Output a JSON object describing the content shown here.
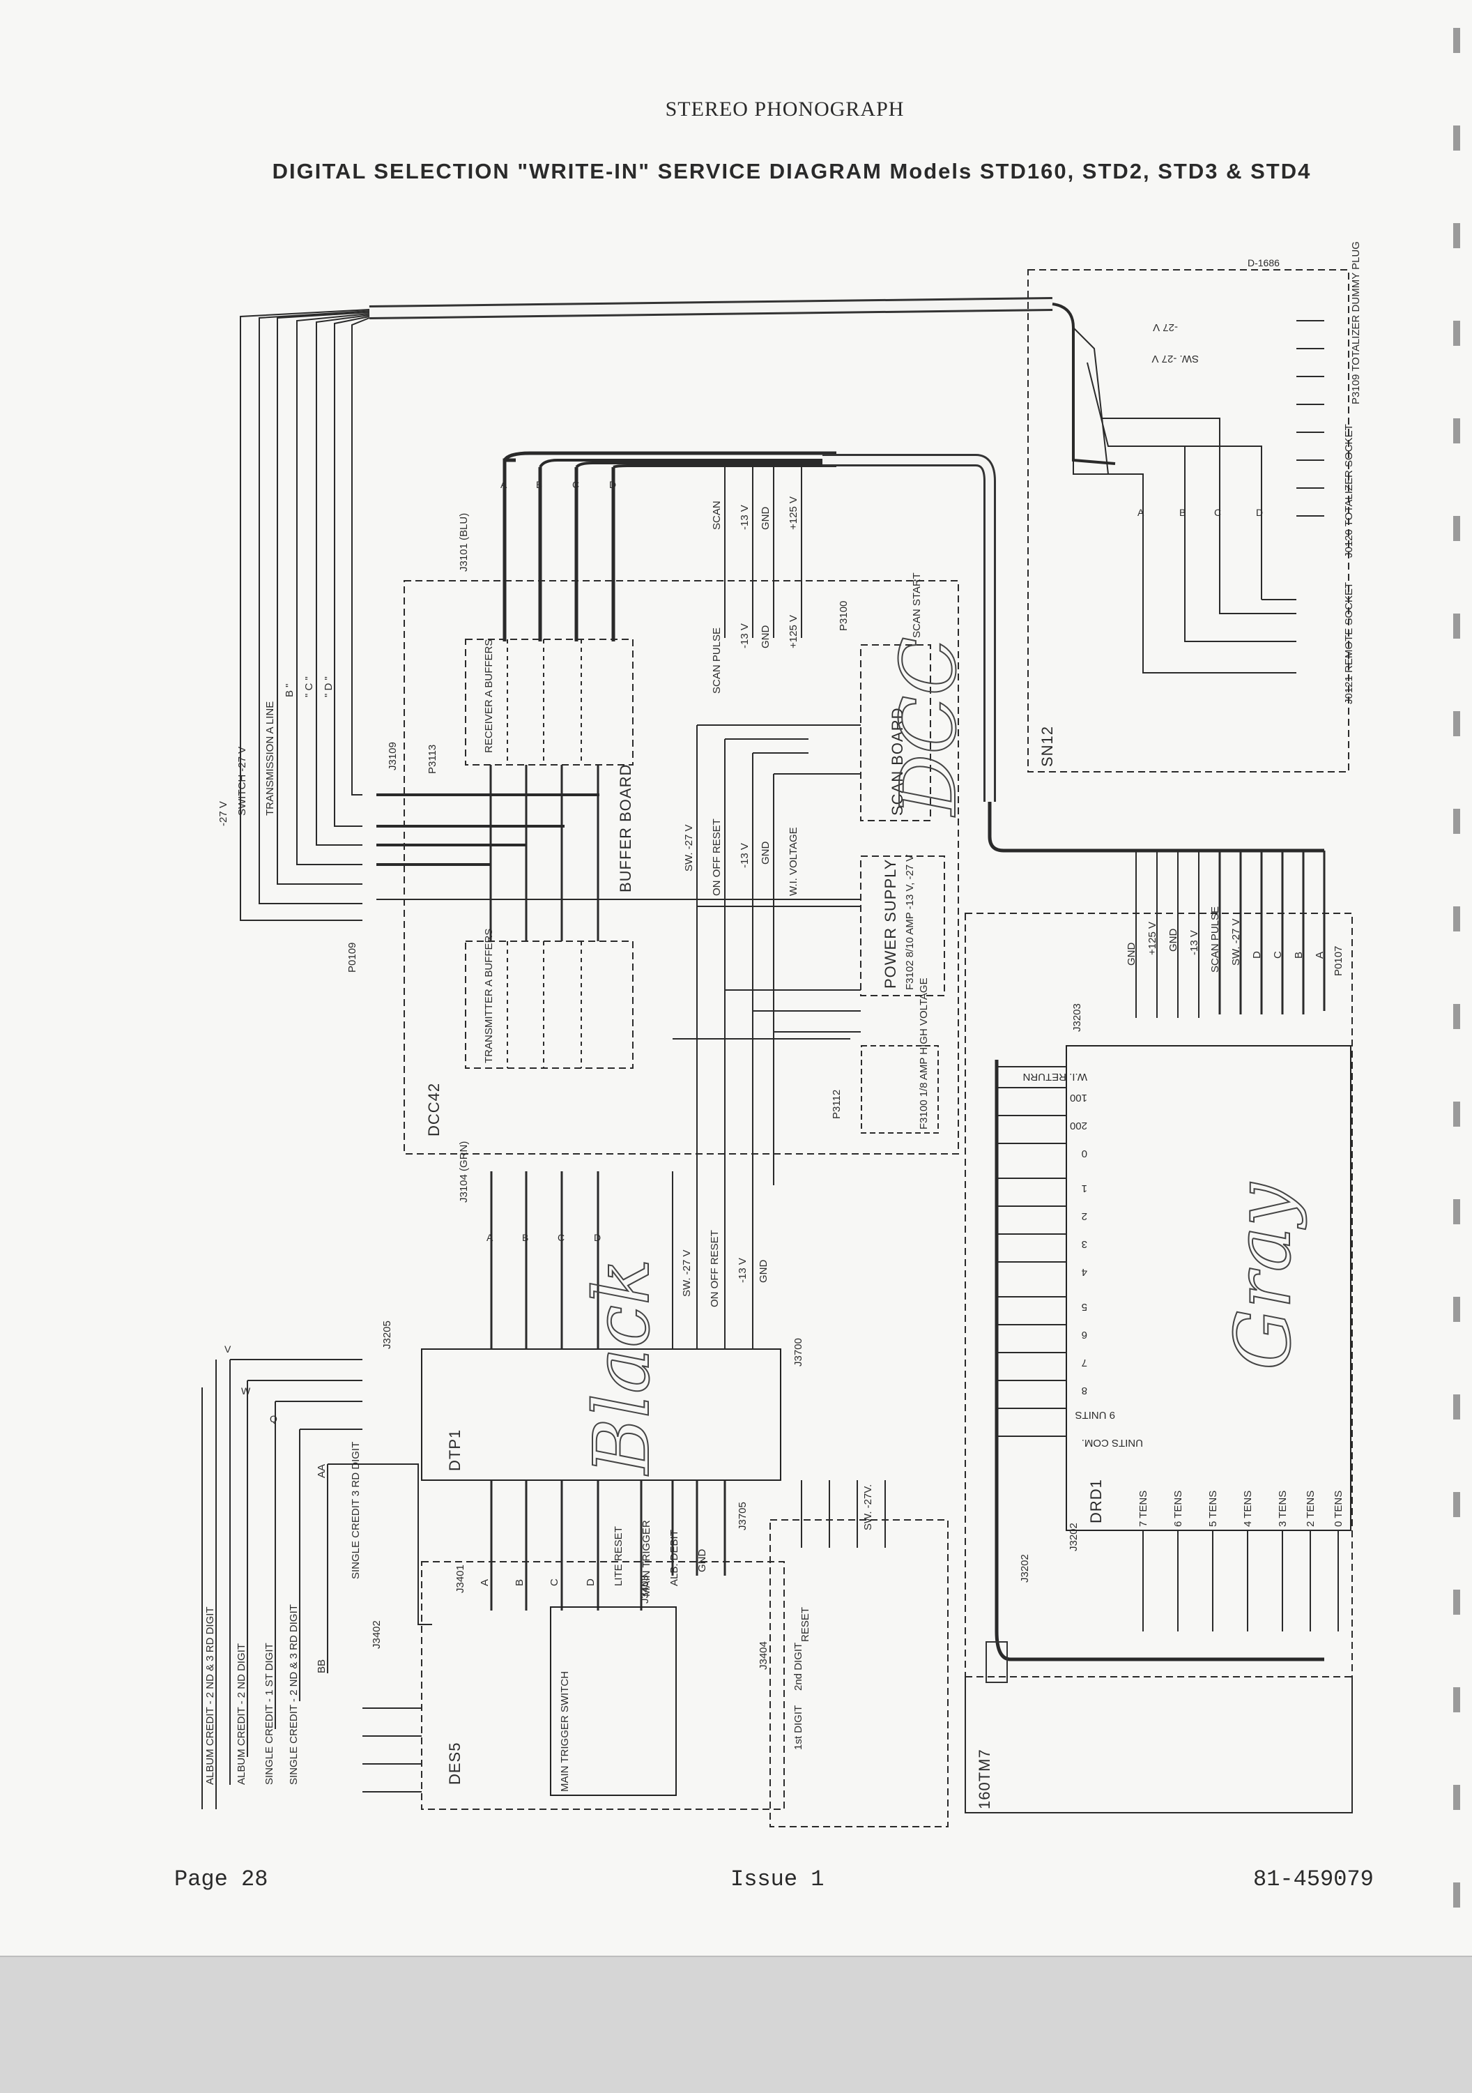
{
  "header": {
    "title": "STEREO PHONOGRAPH",
    "subtitle": "DIGITAL SELECTION \"WRITE-IN\" SERVICE DIAGRAM Models STD160, STD2, STD3 & STD4"
  },
  "footer": {
    "page": "Page 28",
    "issue": "Issue 1",
    "number": "81-459079"
  },
  "handwriting": {
    "black": "Black",
    "dcc": "DCC",
    "gray": "Gray"
  },
  "modules": {
    "dcc42": "DCC42",
    "buffer_board": "BUFFER BOARD",
    "receiver_buffers": "RECEIVER A BUFFERS",
    "transmitter_buffers": "TRANSMITTER A BUFFERS",
    "scan_board": "SCAN BOARD",
    "power_supply": "POWER SUPPLY",
    "sn12": "SN12",
    "dtp1": "DTP1",
    "des5": "DES5",
    "drd1": "DRD1",
    "t160tm7": "160TM7",
    "d1686": "D-1686",
    "main_trigger_switch": "MAIN TRIGGER SWITCH",
    "f3102": "F3102 8/10 AMP -13 V, -27 V",
    "f3100": "F3100 1/8 AMP HIGH VOLTAGE"
  },
  "connectors": {
    "p0109": "P0109",
    "j3109": "J3109",
    "p3113": "P3113",
    "j3101": "J3101 (BLU)",
    "p3100": "P3100",
    "p3112": "P3112",
    "j3104": "J3104 (GRN)",
    "j3205": "J3205",
    "j3700": "J3700",
    "j3705": "J3705",
    "j3401": "J3401",
    "j3402": "J3402",
    "j3403": "J3403",
    "j3404": "J3404",
    "j3202": "J3202",
    "j3203": "J3203",
    "p0107": "P0107",
    "p3109": "P3109 TOTALIZER DUMMY PLUG",
    "j0120": "J0120 TOTALIZER SOCKET",
    "j0121": "J0121 REMOTE SOCKET"
  },
  "left_lines": {
    "minus27": "-27 V",
    "switch27": "SWITCH -27 V",
    "transmission_a": "TRANSMISSION A LINE",
    "b": "B \"",
    "c": "\" C \"",
    "d": "\" D \""
  },
  "scan_signals": [
    "SCAN",
    "-13 V",
    "GND",
    "+125 V"
  ],
  "scan_board_signals": [
    "SCAN PULSE",
    "-13 V",
    "GND",
    "+125 V"
  ],
  "scan_start": "SCAN START",
  "power_signals": [
    "SW. -27 V",
    "ON OFF RESET",
    "-13 V",
    "GND",
    "W.I. VOLTAGE"
  ],
  "sn12_lines": [
    "-27 V",
    "SW. -27 V"
  ],
  "j3203_signals": [
    "GND",
    "+125 V",
    "GND",
    "-13 V",
    "SCAN PULSE",
    "SW. -27 V",
    "D",
    "C",
    "B",
    "A"
  ],
  "drd1_inputs": [
    "W.I. RETURN",
    "100",
    "200",
    "0",
    "1",
    "2",
    "3",
    "4",
    "5",
    "6",
    "7",
    "8",
    "9 UNITS",
    "UNITS COM."
  ],
  "drd1_tens": [
    "7 TENS",
    "6 TENS",
    "5 TENS",
    "4 TENS",
    "3 TENS",
    "2 TENS",
    "0 TENS"
  ],
  "des5_credit_lines": [
    "ALBUM CREDIT - 2 ND & 3 RD DIGIT",
    "ALBUM CREDIT - 2 ND DIGIT",
    "SINGLE CREDIT - 1 ST DIGIT",
    "SINGLE CREDIT - 2 ND & 3 RD DIGIT"
  ],
  "credit_letters": [
    "V",
    "W",
    "Q",
    "AA",
    "BB"
  ],
  "single_credit_note": "SINGLE CREDIT 3 RD DIGIT",
  "dtp1_signals": [
    "A",
    "B",
    "C",
    "D",
    "LITE RESET",
    "MAIN TRIGGER",
    "ALB. DEBIT",
    "GND"
  ],
  "j3700_signals": [
    "SW. -27 V",
    "ON OFF RESET",
    "-13 V",
    "GND"
  ],
  "reset_block": [
    "RESET",
    "2nd DIGIT",
    "1st DIGIT",
    "SW. -27V."
  ],
  "abcd": [
    "A",
    "B",
    "C",
    "D"
  ]
}
